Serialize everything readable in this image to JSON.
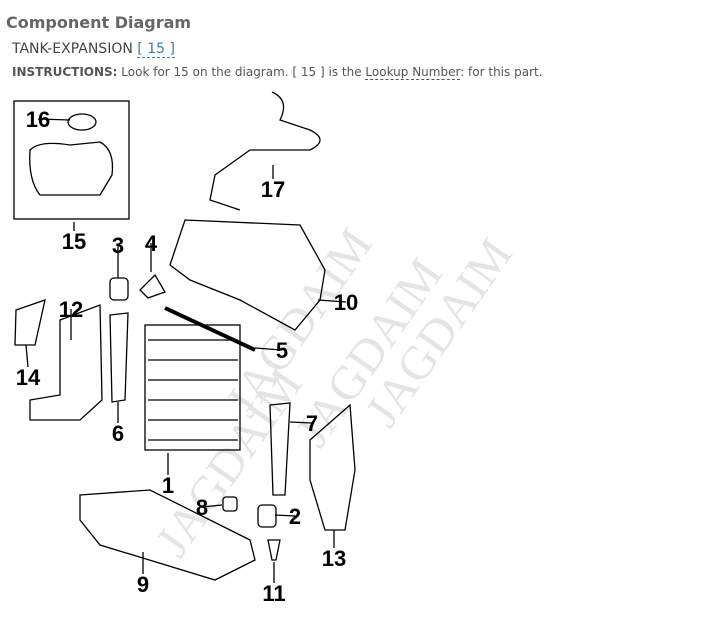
{
  "header": {
    "title": "Component Diagram",
    "part_name": "TANK-EXPANSION",
    "part_number": "[ 15 ]",
    "instructions_label": "INSTRUCTIONS:",
    "instructions_text_1": "Look for 15 on the diagram. [ 15 ] is the",
    "lookup_link": "Lookup Number",
    "instructions_text_2": ": for this part."
  },
  "diagram": {
    "watermark": "JAGDAIM",
    "callouts": [
      "16",
      "15",
      "3",
      "4",
      "17",
      "12",
      "10",
      "14",
      "5",
      "6",
      "7",
      "1",
      "8",
      "2",
      "13",
      "9",
      "11"
    ]
  }
}
